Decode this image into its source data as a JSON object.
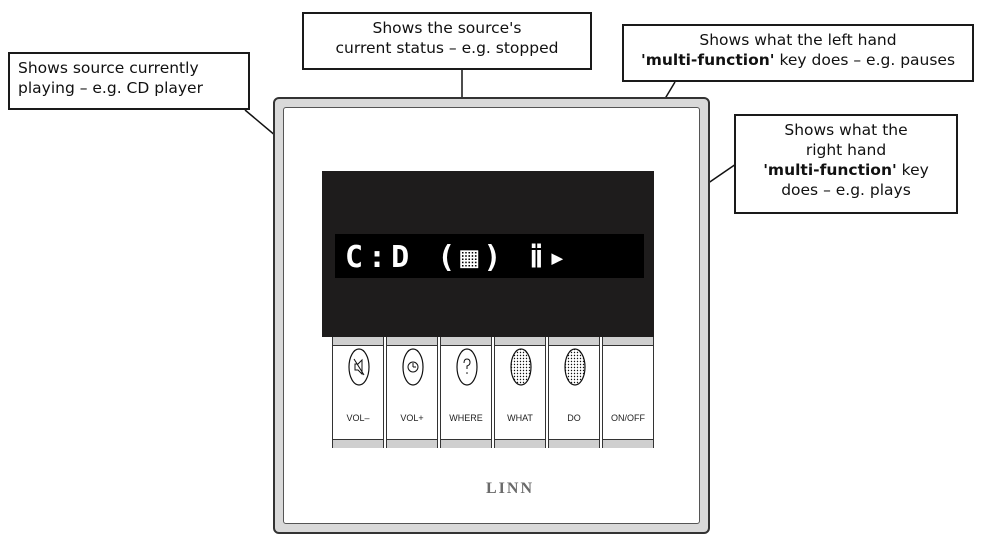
{
  "callouts": {
    "source": {
      "line1": "Shows source currently",
      "line2": "playing – e.g. CD player"
    },
    "status": {
      "line1": "Shows the source's",
      "line2": "current status – e.g. stopped"
    },
    "left_key": {
      "line1": "Shows what the left hand",
      "bold": "'multi-function'",
      "line2_rest": " key does – e.g. pauses"
    },
    "right_key": {
      "line1": "Shows what the",
      "line2": "right hand",
      "bold": "'multi-function'",
      "line3_rest": " key",
      "line4": "does – e.g. plays"
    }
  },
  "display": {
    "text": "C:D (▦) ⅱ▸"
  },
  "keys": [
    {
      "label": "VOL–",
      "icon": "mute-icon"
    },
    {
      "label": "VOL+",
      "icon": "standby-icon"
    },
    {
      "label": "WHERE",
      "icon": "question-icon"
    },
    {
      "label": "WHAT",
      "icon": "dotted-multifunction-left-icon"
    },
    {
      "label": "DO",
      "icon": "dotted-multifunction-right-icon"
    },
    {
      "label": "ON/OFF",
      "icon": ""
    }
  ],
  "brand": {
    "logo": "LINN"
  }
}
